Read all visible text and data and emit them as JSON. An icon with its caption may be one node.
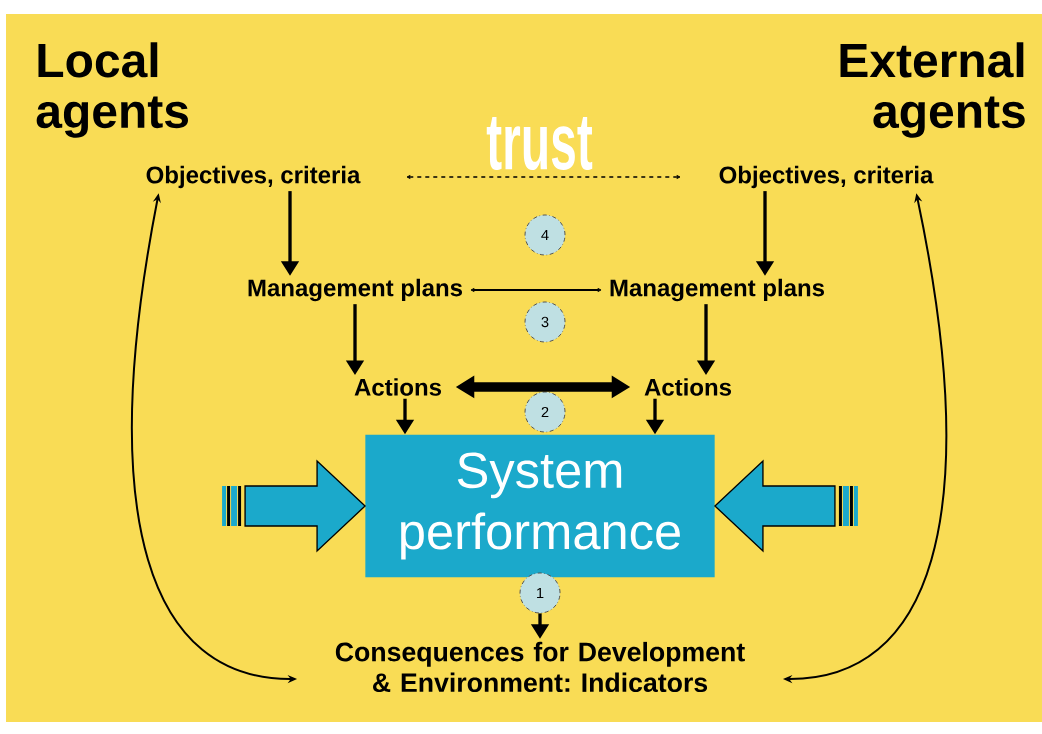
{
  "diagram": {
    "nodes": [
      {
        "text": [
          "Objectives, criteria"
        ]
      },
      {
        "text": [
          "Objectives, criteria"
        ]
      },
      {
        "text": [
          "Management plans"
        ]
      },
      {
        "text": [
          "Management plans"
        ]
      },
      {
        "text": [
          "Actions"
        ]
      },
      {
        "text": [
          "Actions"
        ]
      },
      {
        "text": [
          "System performance"
        ]
      },
      {
        "text": [
          "Consequences for Development & Environment: Indicators"
        ]
      },
      {
        "text": [
          "1"
        ]
      },
      {
        "text": [
          "2"
        ]
      },
      {
        "text": [
          "3"
        ]
      },
      {
        "text": [
          "4"
        ]
      }
    ],
    "edges": [
      {
        "from": 0,
        "to": 2,
        "arrow": "to"
      },
      {
        "from": 1,
        "to": 3,
        "arrow": "to"
      },
      {
        "from": 2,
        "to": 4,
        "arrow": "to"
      },
      {
        "from": 3,
        "to": 5,
        "arrow": "to"
      },
      {
        "from": 4,
        "to": 6,
        "arrow": "to"
      },
      {
        "from": 5,
        "to": 6,
        "arrow": "to"
      },
      {
        "from": 0,
        "to": 1,
        "arrow": "both",
        "style": "dashed",
        "label": "trust"
      },
      {
        "from": 2,
        "to": 3,
        "arrow": "both"
      },
      {
        "from": 4,
        "to": 5,
        "arrow": "both",
        "style": "thick"
      },
      {
        "from": 8,
        "to": 7,
        "arrow": "to"
      },
      {
        "from": 0,
        "to": 7,
        "arrow": "both"
      },
      {
        "from": 1,
        "to": 7,
        "arrow": "both"
      },
      {
        "from": null,
        "to": 6,
        "arrow": "to",
        "style": "thick",
        "color": "#1ba9cb"
      },
      {
        "from": null,
        "to": 6,
        "arrow": "to",
        "style": "thick",
        "color": "#1ba9cb"
      }
    ],
    "labels": [
      "Local agents",
      "External agents"
    ]
  }
}
